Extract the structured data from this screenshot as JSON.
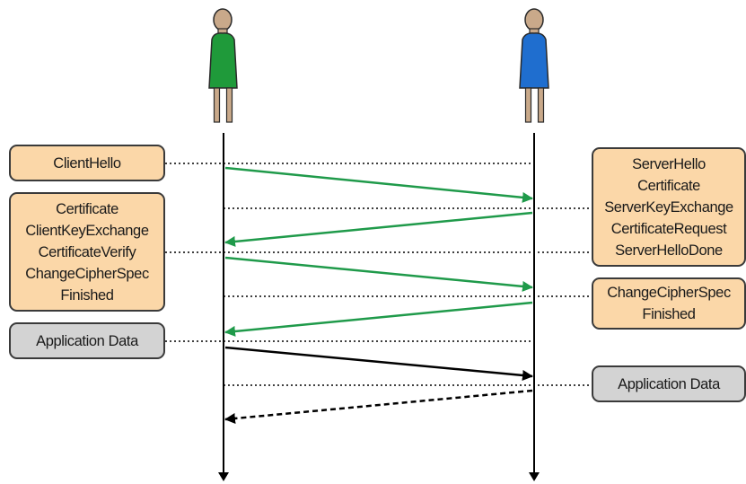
{
  "colors": {
    "handshake_box": "#fbd7a8",
    "data_box": "#d3d3d3",
    "box_border": "#3a3a3a",
    "handshake_arrow": "#1f9a4a",
    "data_arrow": "#000000",
    "lifeline": "#000000",
    "client_figure": "#1f9a3a",
    "server_figure": "#1f6ecf",
    "skin": "#c9a98a"
  },
  "client": {
    "icon": "person-icon",
    "messages": [
      {
        "lines": [
          "ClientHello"
        ],
        "kind": "handshake"
      },
      {
        "lines": [
          "Certificate",
          "ClientKeyExchange",
          "CertificateVerify",
          "ChangeCipherSpec",
          "Finished"
        ],
        "kind": "handshake"
      },
      {
        "lines": [
          "Application Data"
        ],
        "kind": "data"
      }
    ]
  },
  "server": {
    "icon": "person-icon",
    "messages": [
      {
        "lines": [
          "ServerHello",
          "Certificate",
          "ServerKeyExchange",
          "CertificateRequest",
          "ServerHelloDone"
        ],
        "kind": "handshake"
      },
      {
        "lines": [
          "ChangeCipherSpec",
          "Finished"
        ],
        "kind": "handshake"
      },
      {
        "lines": [
          "Application Data"
        ],
        "kind": "data"
      }
    ]
  },
  "arrows": [
    {
      "from": "client",
      "to": "server",
      "kind": "handshake",
      "style": "solid"
    },
    {
      "from": "server",
      "to": "client",
      "kind": "handshake",
      "style": "solid"
    },
    {
      "from": "client",
      "to": "server",
      "kind": "handshake",
      "style": "solid"
    },
    {
      "from": "server",
      "to": "client",
      "kind": "handshake",
      "style": "solid"
    },
    {
      "from": "client",
      "to": "server",
      "kind": "data",
      "style": "solid"
    },
    {
      "from": "server",
      "to": "client",
      "kind": "data",
      "style": "dashed"
    }
  ]
}
